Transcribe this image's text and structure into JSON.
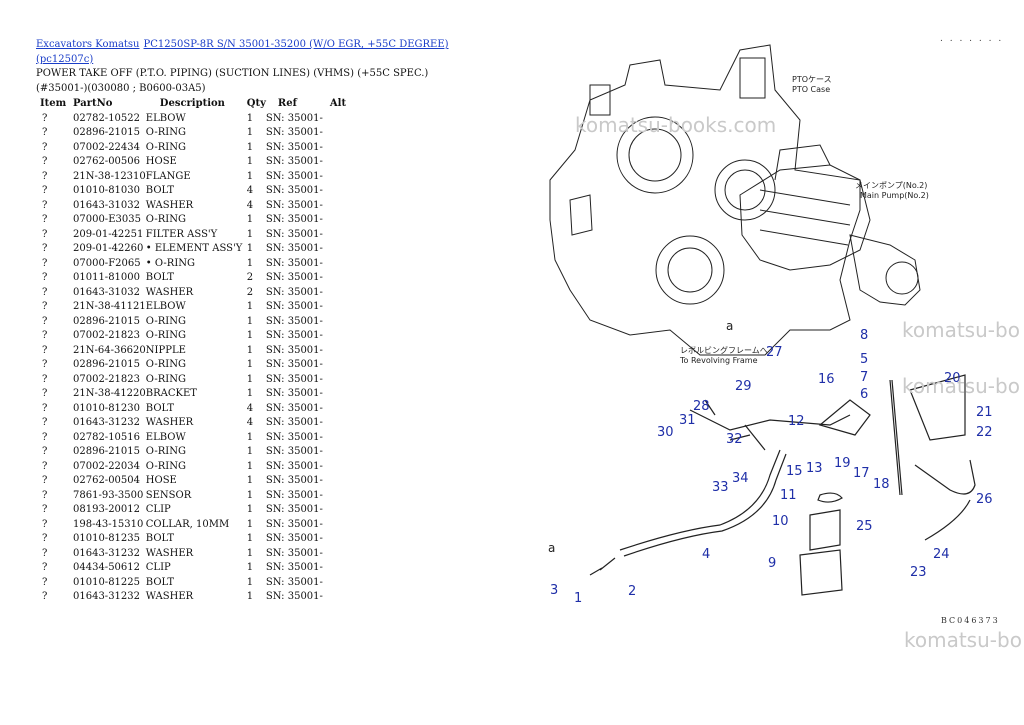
{
  "breadcrumb": {
    "link1": "Excavators Komatsu",
    "link2": "PC1250SP-8R S/N 35001-35200 (W/O EGR, +55C DEGREE)(pc12507c)"
  },
  "subtitle": "POWER TAKE OFF (P.T.O. PIPING) (SUCTION LINES) (VHMS) (+55C SPEC.)(#35001-)(030080 ; B0600-03A5)",
  "table": {
    "headers": [
      "Item",
      "PartNo",
      "Description",
      "Qty",
      "Ref",
      "Alt"
    ],
    "rows": [
      [
        "?",
        "02782-10522",
        "ELBOW",
        "1",
        "SN: 35001-"
      ],
      [
        "?",
        "02896-21015",
        "O-RING",
        "1",
        "SN: 35001-"
      ],
      [
        "?",
        "07002-22434",
        "O-RING",
        "1",
        "SN: 35001-"
      ],
      [
        "?",
        "02762-00506",
        "HOSE",
        "1",
        "SN: 35001-"
      ],
      [
        "?",
        "21N-38-12310",
        "FLANGE",
        "1",
        "SN: 35001-"
      ],
      [
        "?",
        "01010-81030",
        "BOLT",
        "4",
        "SN: 35001-"
      ],
      [
        "?",
        "01643-31032",
        "WASHER",
        "4",
        "SN: 35001-"
      ],
      [
        "?",
        "07000-E3035",
        "O-RING",
        "1",
        "SN: 35001-"
      ],
      [
        "?",
        "209-01-42251",
        "FILTER ASS'Y",
        "1",
        "SN: 35001-"
      ],
      [
        "?",
        "209-01-42260",
        "• ELEMENT ASS'Y",
        "1",
        "SN: 35001-"
      ],
      [
        "?",
        "07000-F2065",
        "• O-RING",
        "1",
        "SN: 35001-"
      ],
      [
        "?",
        "01011-81000",
        "BOLT",
        "2",
        "SN: 35001-"
      ],
      [
        "?",
        "01643-31032",
        "WASHER",
        "2",
        "SN: 35001-"
      ],
      [
        "?",
        "21N-38-41121",
        "ELBOW",
        "1",
        "SN: 35001-"
      ],
      [
        "?",
        "02896-21015",
        "O-RING",
        "1",
        "SN: 35001-"
      ],
      [
        "?",
        "07002-21823",
        "O-RING",
        "1",
        "SN: 35001-"
      ],
      [
        "?",
        "21N-64-36620",
        "NIPPLE",
        "1",
        "SN: 35001-"
      ],
      [
        "?",
        "02896-21015",
        "O-RING",
        "1",
        "SN: 35001-"
      ],
      [
        "?",
        "07002-21823",
        "O-RING",
        "1",
        "SN: 35001-"
      ],
      [
        "?",
        "21N-38-41220",
        "BRACKET",
        "1",
        "SN: 35001-"
      ],
      [
        "?",
        "01010-81230",
        "BOLT",
        "4",
        "SN: 35001-"
      ],
      [
        "?",
        "01643-31232",
        "WASHER",
        "4",
        "SN: 35001-"
      ],
      [
        "?",
        "02782-10516",
        "ELBOW",
        "1",
        "SN: 35001-"
      ],
      [
        "?",
        "02896-21015",
        "O-RING",
        "1",
        "SN: 35001-"
      ],
      [
        "?",
        "07002-22034",
        "O-RING",
        "1",
        "SN: 35001-"
      ],
      [
        "?",
        "02762-00504",
        "HOSE",
        "1",
        "SN: 35001-"
      ],
      [
        "?",
        "7861-93-3500",
        "SENSOR",
        "1",
        "SN: 35001-"
      ],
      [
        "?",
        "08193-20012",
        "CLIP",
        "1",
        "SN: 35001-"
      ],
      [
        "?",
        "198-43-15310",
        "COLLAR, 10MM",
        "1",
        "SN: 35001-"
      ],
      [
        "?",
        "01010-81235",
        "BOLT",
        "1",
        "SN: 35001-"
      ],
      [
        "?",
        "01643-31232",
        "WASHER",
        "1",
        "SN: 35001-"
      ],
      [
        "?",
        "04434-50612",
        "CLIP",
        "1",
        "SN: 35001-"
      ],
      [
        "?",
        "01010-81225",
        "BOLT",
        "1",
        "SN: 35001-"
      ],
      [
        "?",
        "01643-31232",
        "WASHER",
        "1",
        "SN: 35001-"
      ]
    ]
  },
  "diagram": {
    "callouts": [
      "1",
      "2",
      "3",
      "4",
      "5",
      "6",
      "7",
      "8",
      "9",
      "10",
      "11",
      "12",
      "13",
      "15",
      "16",
      "17",
      "18",
      "19",
      "20",
      "21",
      "22",
      "23",
      "24",
      "25",
      "26",
      "27",
      "28",
      "29",
      "30",
      "31",
      "32",
      "33",
      "34"
    ],
    "labels": {
      "pto_case_jp": "PTOケース",
      "pto_case_en": "PTO Case",
      "main_pump_jp": "メインポンプ(No.2)",
      "main_pump_en": "Main Pump(No.2)",
      "revolving_frame_jp": "レボルビングフレームへ",
      "revolving_frame_en": "To Revolving Frame",
      "ref_a": "a",
      "ref_a2": "a"
    },
    "drawing_code": "BC046373",
    "top_dots": ". . . . . . ."
  },
  "watermark": "komatsu-books.com",
  "watermark_short": "komatsu-bo",
  "colors": {
    "link": "#1a3dc8",
    "callout": "#1f2fa8",
    "watermark": "#c9c9c9"
  }
}
